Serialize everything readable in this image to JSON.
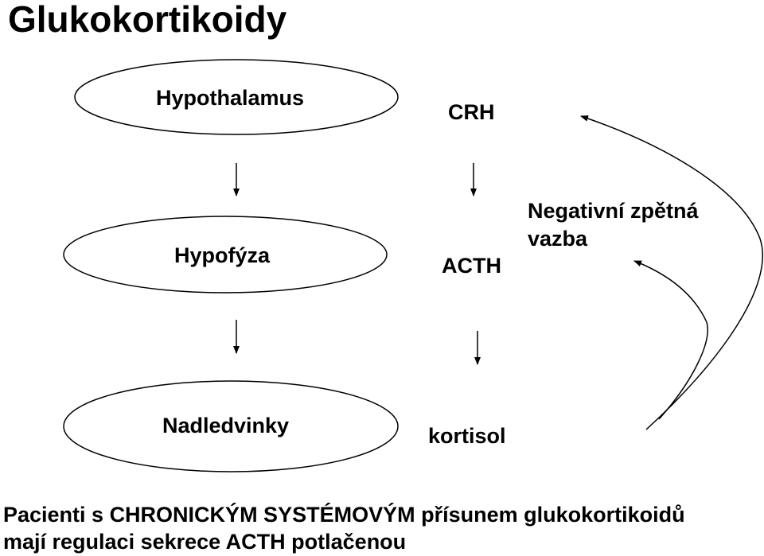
{
  "title": "Glukokortikoidy",
  "organs": {
    "hypothalamus": "Hypothalamus",
    "hypofyza": "Hypofýza",
    "nadledvinky": "Nadledvinky"
  },
  "hormones": {
    "crh": "CRH",
    "acth": "ACTH",
    "kortisol": "kortisol"
  },
  "feedback": {
    "line1": "Negativní zpětná",
    "line2": "vazba"
  },
  "footer": {
    "line1": "Pacienti s CHRONICKÝM SYSTÉMOVÝM přísunem glukokortikoidů",
    "line2": "mají regulaci sekrece ACTH potlačenou"
  }
}
